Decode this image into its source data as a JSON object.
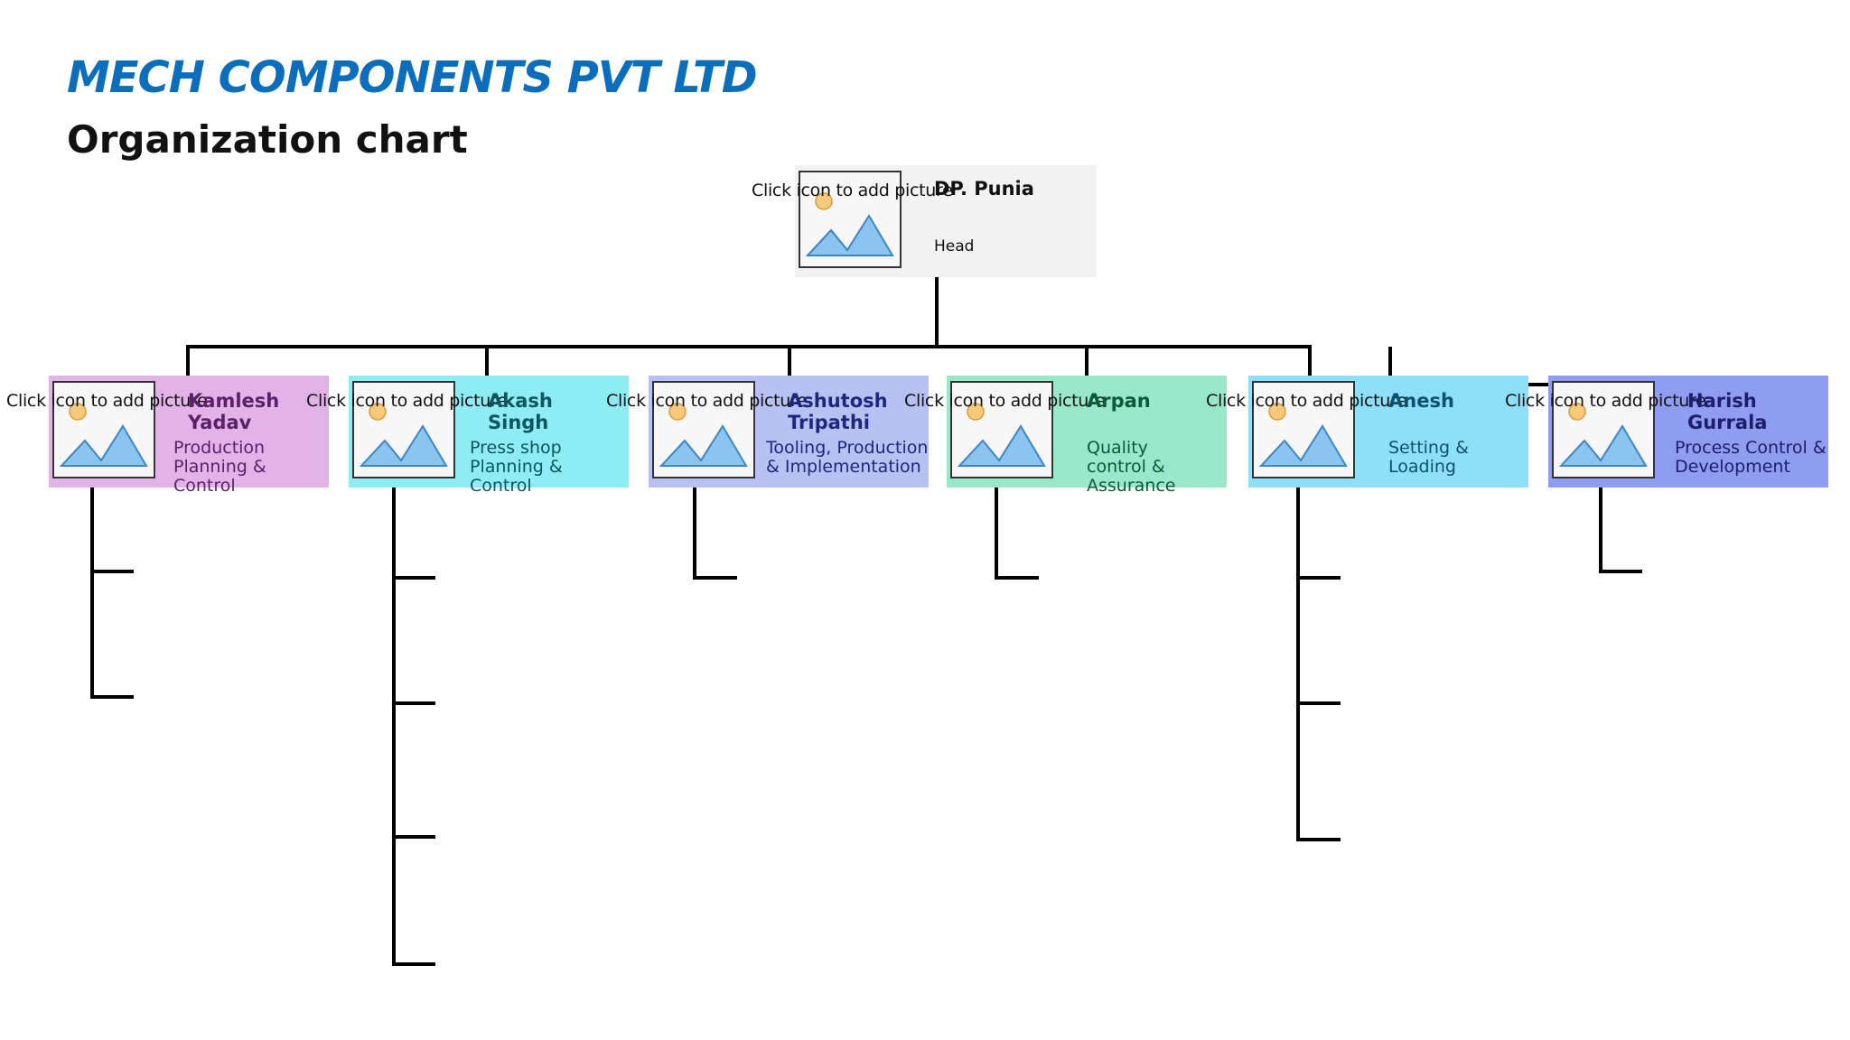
{
  "header": {
    "company": "MECH COMPONENTS PVT LTD",
    "title": "Organization chart"
  },
  "placeholder_text": "Click icon to add picture",
  "head": {
    "name": "DP. Punia",
    "role": "Head",
    "color": "#f2f2f2"
  },
  "members": [
    {
      "name": "Kamlesh Yadav",
      "role": "Production Planning & Control",
      "color": "#e1b3e7",
      "text_color": "#5b1f6b",
      "reports": 2
    },
    {
      "name": "Akash Singh",
      "role": "Press shop Planning & Control",
      "color": "#8eecf3",
      "text_color": "#0d5560",
      "reports": 4
    },
    {
      "name": "Ashutosh Tripathi",
      "role": "Tooling, Production & Implementation",
      "color": "#b7c2f3",
      "text_color": "#1c2780",
      "reports": 1
    },
    {
      "name": "Arpan",
      "role": "Quality control & Assurance",
      "color": "#98e8c9",
      "text_color": "#0d5a3a",
      "reports": 1
    },
    {
      "name": "Anesh",
      "role": "Setting & Loading",
      "color": "#8ee0f8",
      "text_color": "#0d5070",
      "reports": 3
    },
    {
      "name": "Harish Gurrala",
      "role": "Process Control & Development",
      "color": "#8f9df0",
      "text_color": "#1c1e6b",
      "reports": 1
    }
  ],
  "icons": {
    "photo_placeholder": "image-placeholder-icon"
  }
}
